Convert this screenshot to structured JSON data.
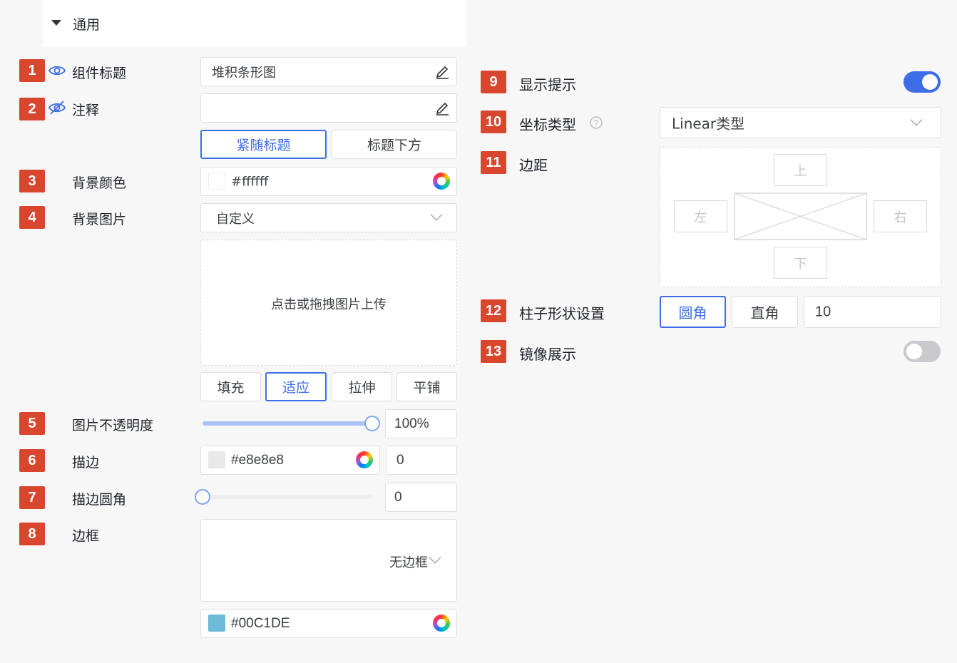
{
  "section": {
    "title": "通用"
  },
  "rows": {
    "title": {
      "num": "1",
      "label": "组件标题",
      "value": "堆积条形图"
    },
    "note": {
      "num": "2",
      "label": "注释",
      "value": "",
      "pos_options": [
        "紧随标题",
        "标题下方"
      ],
      "pos_selected": "紧随标题"
    },
    "bg_color": {
      "num": "3",
      "label": "背景颜色",
      "value": "#ffffff",
      "swatch": "#ffffff"
    },
    "bg_image": {
      "num": "4",
      "label": "背景图片",
      "select": "自定义",
      "upload_text": "点击或拖拽图片上传",
      "fit_options": [
        "填充",
        "适应",
        "拉伸",
        "平铺"
      ],
      "fit_selected": "适应"
    },
    "opacity": {
      "num": "5",
      "label": "图片不透明度",
      "value": "100%",
      "level": 1.0
    },
    "stroke": {
      "num": "6",
      "label": "描边",
      "color": "#e8e8e8",
      "swatch": "#e8e8e8",
      "width": "0"
    },
    "stroke_radius": {
      "num": "7",
      "label": "描边圆角",
      "value": "0",
      "level": 0.0
    },
    "border": {
      "num": "8",
      "label": "边框",
      "select": "无边框",
      "color": "#00C1DE",
      "swatch": "#6fb9d9"
    }
  },
  "right": {
    "tooltip": {
      "num": "9",
      "label": "显示提示",
      "on": true
    },
    "axis": {
      "num": "10",
      "label": "坐标类型",
      "select": "Linear类型"
    },
    "margin": {
      "num": "11",
      "label": "边距",
      "top": "上",
      "left": "左",
      "right": "右",
      "bottom": "下"
    },
    "bar_shape": {
      "num": "12",
      "label": "柱子形状设置",
      "options": [
        "圆角",
        "直角"
      ],
      "selected": "圆角",
      "value": "10"
    },
    "mirror": {
      "num": "13",
      "label": "镜像展示",
      "on": false
    }
  },
  "colors": {
    "accent": "#3d6ee8",
    "badge": "#d9462e",
    "toggle_off": "#c8cacd"
  }
}
